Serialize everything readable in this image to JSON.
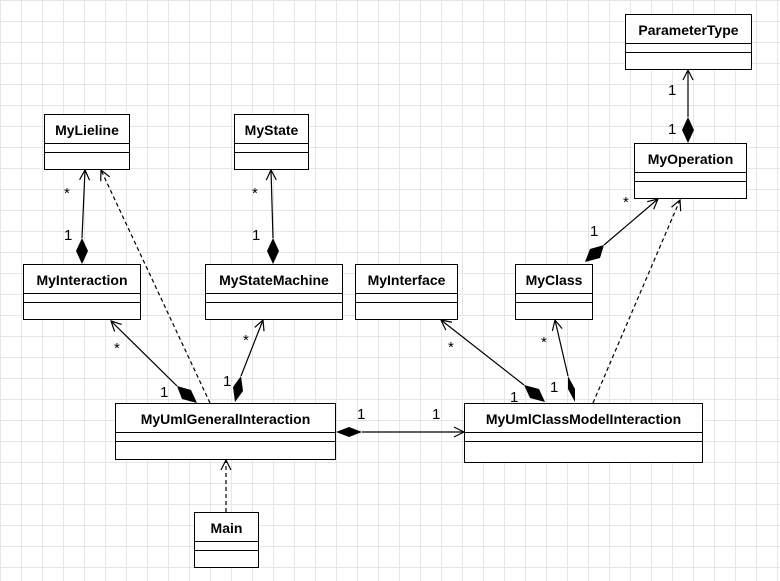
{
  "classes": {
    "parameter_type": "ParameterType",
    "my_operation": "MyOperation",
    "my_lifeline": "MyLieline",
    "my_state": "MyState",
    "my_interaction": "MyInteraction",
    "my_state_machine": "MyStateMachine",
    "my_interface": "MyInterface",
    "my_class": "MyClass",
    "my_uml_general_interaction": "MyUmlGeneralInteraction",
    "my_uml_class_model_interaction": "MyUmlClassModelInteraction",
    "main": "Main"
  },
  "multiplicities": {
    "param_op_target": "1",
    "param_op_source": "1",
    "lifeline_target": "*",
    "lifeline_source": "1",
    "state_target": "*",
    "state_source": "1",
    "operation_class_target": "*",
    "operation_class_source": "1",
    "interaction_target": "*",
    "interaction_source": "1",
    "statemachine_target": "*",
    "statemachine_source": "1",
    "interface_target": "*",
    "interface_source": "1",
    "class_target": "*",
    "class_source": "1",
    "general_to_model_source": "1",
    "general_to_model_target": "1"
  },
  "colors": {
    "line": "#000000",
    "grid": "#e6e6e6",
    "background": "#ffffff"
  }
}
